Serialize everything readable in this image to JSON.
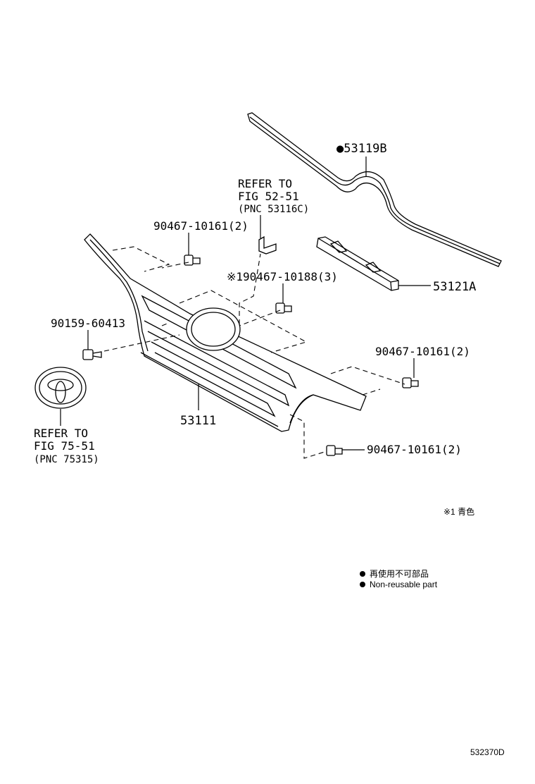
{
  "parts": {
    "molding": "●53119B",
    "molding_bracket": "53121A",
    "grille": "53111",
    "clip_upper_left": "90467-10161(2)",
    "clip_center": "※190467-10188(3)",
    "screw": "90159-60413",
    "clip_right": "90467-10161(2)",
    "clip_lower": "90467-10161(2)"
  },
  "refs": {
    "bracket_ref": [
      "REFER TO",
      "FIG 52-51",
      "(PNC 53116C)"
    ],
    "emblem_ref": [
      "REFER TO",
      "FIG 75-51",
      "(PNC 75315)"
    ]
  },
  "notes": {
    "color_note": "※1 青色",
    "legend_jp": "再使用不可部品",
    "legend_en": "Non-reusable part"
  },
  "figure_code": "532370D",
  "icons": {
    "legend_bullet": "filled-circle-icon",
    "emblem": "toyota-emblem-icon"
  }
}
